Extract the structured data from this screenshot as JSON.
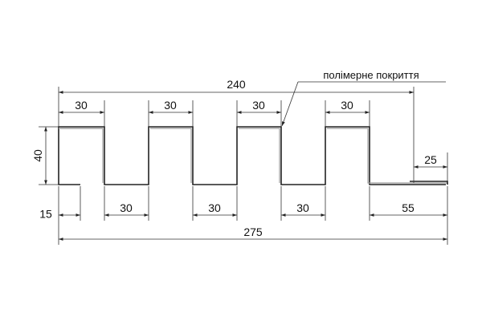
{
  "drawing": {
    "callout_label": "полімерне покриття",
    "top_overall": "240",
    "top_segments": [
      "30",
      "30",
      "30",
      "30"
    ],
    "height": "40",
    "flange": "25",
    "bottom_start": "15",
    "bottom_segments": [
      "30",
      "30",
      "30"
    ],
    "bottom_end": "55",
    "bottom_overall": "275"
  },
  "colors": {
    "line": "#222222",
    "coating": "#9c9c9c",
    "background": "#ffffff"
  }
}
